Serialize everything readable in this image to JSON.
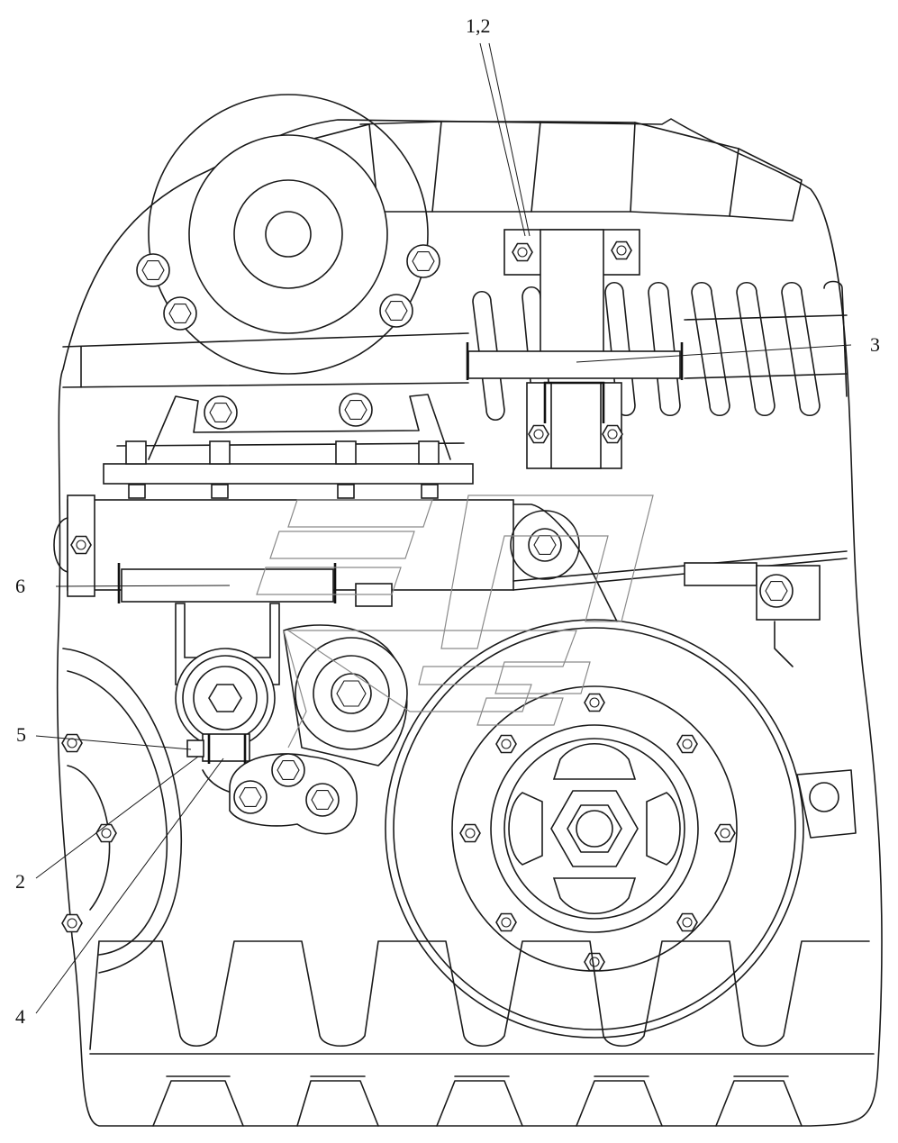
{
  "callouts": {
    "c12": "1,2",
    "c3": "3",
    "c6": "6",
    "c5": "5",
    "c2": "2",
    "c4": "4"
  },
  "colors": {
    "line": "#1a1a1a",
    "watermark": "#8a8a8a",
    "background": "#ffffff"
  }
}
